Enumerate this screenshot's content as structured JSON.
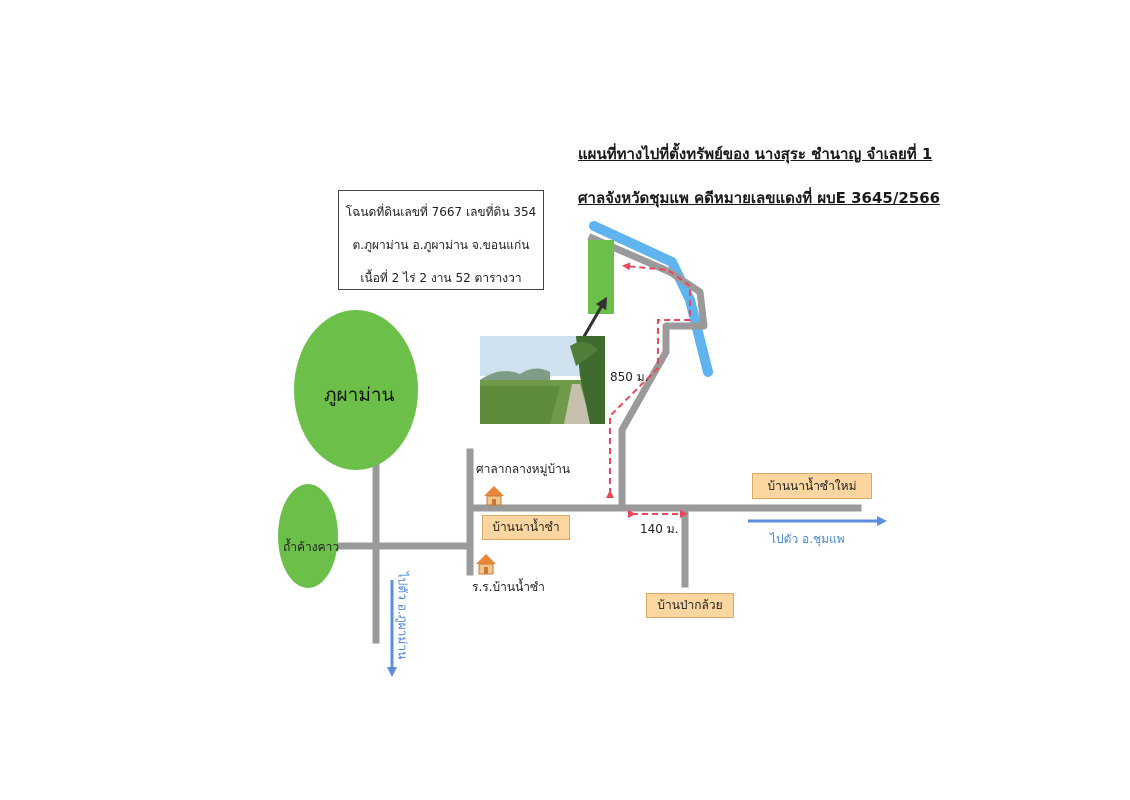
{
  "title": {
    "line1": "แผนที่ทางไปที่ตั้งทรัพย์ของ นางสุระ ชำนาญ จำเลยที่ 1",
    "line2": "ศาลจังหวัดชุมแพ คดีหมายเลขแดงที่ ผบE 3645/2566"
  },
  "deed": {
    "line1": "โฉนดที่ดินเลขที่ 7667  เลขที่ดิน 354",
    "line2": "ต.ภูผาม่าน อ.ภูผาม่าน จ.ขอนแก่น",
    "line3": "เนื้อที่ 2 ไร่ 2 งาน  52 ตารางวา"
  },
  "places": {
    "mountain": "ภูผาม่าน",
    "cave": "ถ้ำค้างคาว",
    "hall": "ศาลากลางหมู่บ้าน",
    "village_nanamcha": "บ้านนาน้ำซำ",
    "school": "ร.ร.บ้านน้ำซำ",
    "village_nanamcha_mai": "บ้านนาน้ำซำใหม่",
    "village_pakkluay": "บ้านป่ากล้วย"
  },
  "distances": {
    "d850": "850 ม.",
    "d140": "140 ม."
  },
  "directions": {
    "to_chumphae": "ไปตัว อ.ชุมแพ",
    "to_phuphaman": "ไปตัว อ.ภูผาม่าน"
  },
  "colors": {
    "road": "#9a9a9a",
    "green_area": "#6cc04a",
    "river": "#5fb3ef",
    "arrow_blue": "#5b8fdc",
    "route_red": "#e8485a",
    "tag_fill": "#fbd6a0"
  },
  "icons": {
    "hall": "temple-icon",
    "school": "school-icon"
  }
}
